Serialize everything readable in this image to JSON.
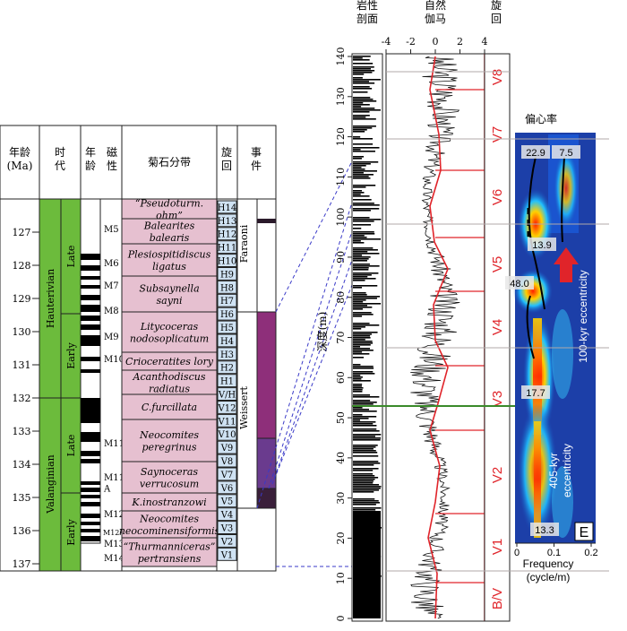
{
  "strat_table": {
    "headers": {
      "age_ma": "年龄\n(Ma)",
      "epoch": "时\n代",
      "age": "年\n龄",
      "magnetic": "磁\n性",
      "ammonite": "菊石分带",
      "cycle": "旋\n回",
      "event": "事\n件"
    },
    "age_ticks": [
      "127",
      "128",
      "129",
      "130",
      "131",
      "132",
      "133",
      "134",
      "135",
      "136",
      "137"
    ],
    "stages": [
      {
        "name": "Hauterivian",
        "subs": [
          "Late",
          "Early"
        ]
      },
      {
        "name": "Valanginian",
        "subs": [
          "Late",
          "Early"
        ]
      }
    ],
    "magnetic_labels": [
      "M5",
      "M6",
      "M7",
      "M8",
      "M9",
      "M10",
      "M11",
      "M11\nA",
      "M12",
      "M12A",
      "M13",
      "M14"
    ],
    "ammonite_zones": [
      {
        "text": "“Pseudoturm.\nohm”"
      },
      {
        "text": "Balearites\nbalearis"
      },
      {
        "text": "Plesiospitidiscus\nligatus"
      },
      {
        "text": "Subsaynella\nsayni"
      },
      {
        "text": "Litycoceras\nnodosoplicatum"
      },
      {
        "text": "Crioceratites lory"
      },
      {
        "text": "Acanthodiscus\nradiatus"
      },
      {
        "text": "C.furcillata"
      },
      {
        "text": "Neocomites\nperegrinus"
      },
      {
        "text": "Saynoceras\nverrucosum"
      },
      {
        "text": "K.inostranzowi"
      },
      {
        "text": "Neocomites\nneocominensiformis"
      },
      {
        "text": "“Thurmanniceras”\npertransiens"
      }
    ],
    "cycles": [
      "H14",
      "H13",
      "H12",
      "H11",
      "H10",
      "H9",
      "H8",
      "H7",
      "H6",
      "H5",
      "H4",
      "H3",
      "H2",
      "H1",
      "V/H",
      "V12",
      "V11",
      "V10",
      "V9",
      "V8",
      "V7",
      "V6",
      "V5",
      "V4",
      "V3",
      "V2",
      "V1"
    ],
    "events": [
      "Faraoni",
      "Weissert"
    ],
    "colors": {
      "green": "#6cbb3c",
      "pink": "#e6c0d0",
      "blue": "#cfe2f3",
      "weissert": "#8e2f7a",
      "weissert_mid": "#6a3b8e",
      "weissert_dark": "#3a1f3a"
    }
  },
  "log_panel": {
    "header_lith": "岩性\n剖面",
    "header_gamma": "自然\n伽马",
    "header_cycle": "旋\n回",
    "depth_label": "深度(m)",
    "depth_ticks": [
      "0",
      "10",
      "20",
      "30",
      "40",
      "50",
      "60",
      "70",
      "80",
      "90",
      "100",
      "110",
      "120",
      "130",
      "140"
    ],
    "gamma_ticks": [
      "-4",
      "-2",
      "0",
      "2",
      "4"
    ],
    "cycles": [
      "V8",
      "V7",
      "V6",
      "V5",
      "V4",
      "V3",
      "V2",
      "V1",
      "B/V"
    ],
    "colors": {
      "red": "#e0242a",
      "green": "#3a8a2a",
      "dash": "#3a3ac8"
    }
  },
  "spectrum_panel": {
    "title": "偏心率",
    "labels": [
      "22.9",
      "7.5",
      "13.9",
      "48.0",
      "17.7",
      "13.3"
    ],
    "text_100": "100-kyr eccentricity",
    "text_405": "405-kyr\neccentricity",
    "badge": "E",
    "x_ticks": [
      "0",
      "0.1",
      "0.2"
    ],
    "xlabel": "Frequency\n(cycle/m)"
  }
}
